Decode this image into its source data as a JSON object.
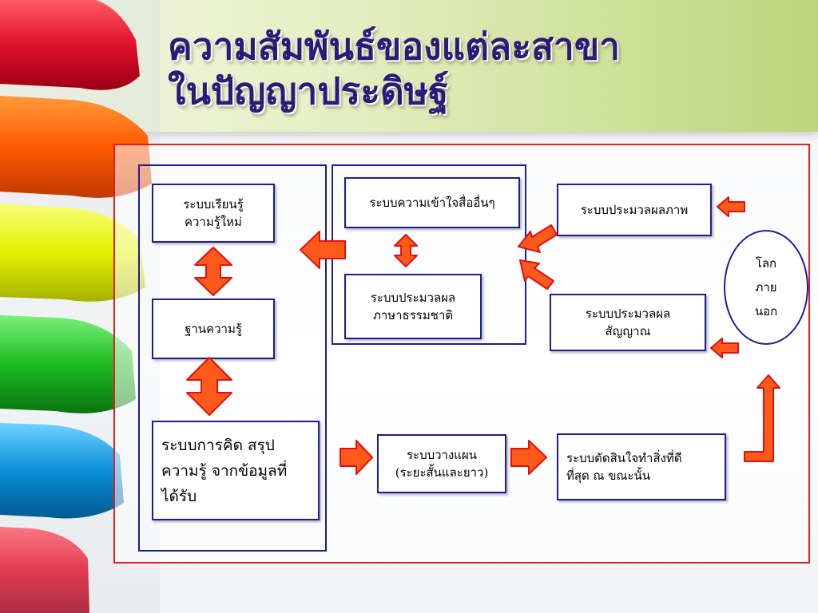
{
  "title": {
    "line1": "ความสัมพันธ์ของแต่ละสาขา",
    "line2": "ในปัญญาประดิษฐ์"
  },
  "nodes": {
    "learn_line1": "ระบบเรียนรู้",
    "learn_line2": "ความรู้ใหม่",
    "knowledge_base": "ฐานความรู้",
    "reasoning_line1": "ระบบการคิด สรุป",
    "reasoning_line2": "ความรู้ จากข้อมูลที่",
    "reasoning_line3": "ได้รับ",
    "understanding": "ระบบความเข้าใจสื่ออื่นๆ",
    "nlp_line1": "ระบบประมวลผล",
    "nlp_line2": "ภาษาธรรมชาติ",
    "image_processing": "ระบบประมวลผลภาพ",
    "signal_line1": "ระบบประมวลผล",
    "signal_line2": "สัญญาณ",
    "planning_line1": "ระบบวางแผน",
    "planning_line2": "(ระยะสั้นและยาว)",
    "decision_line1": "ระบบตัดสินใจทำสิ่งที่ดี",
    "decision_line2": "ที่สุด ณ ขณะนั้น",
    "outside_line1": "โลก",
    "outside_line2": "ภาย",
    "outside_line3": "นอก"
  },
  "colors": {
    "title": "#2b1a78",
    "node_border": "#1c1c9c",
    "frame_border": "#e41e1e",
    "arrow_fill": "#ff5a1a",
    "arrow_stroke": "#e01010"
  }
}
